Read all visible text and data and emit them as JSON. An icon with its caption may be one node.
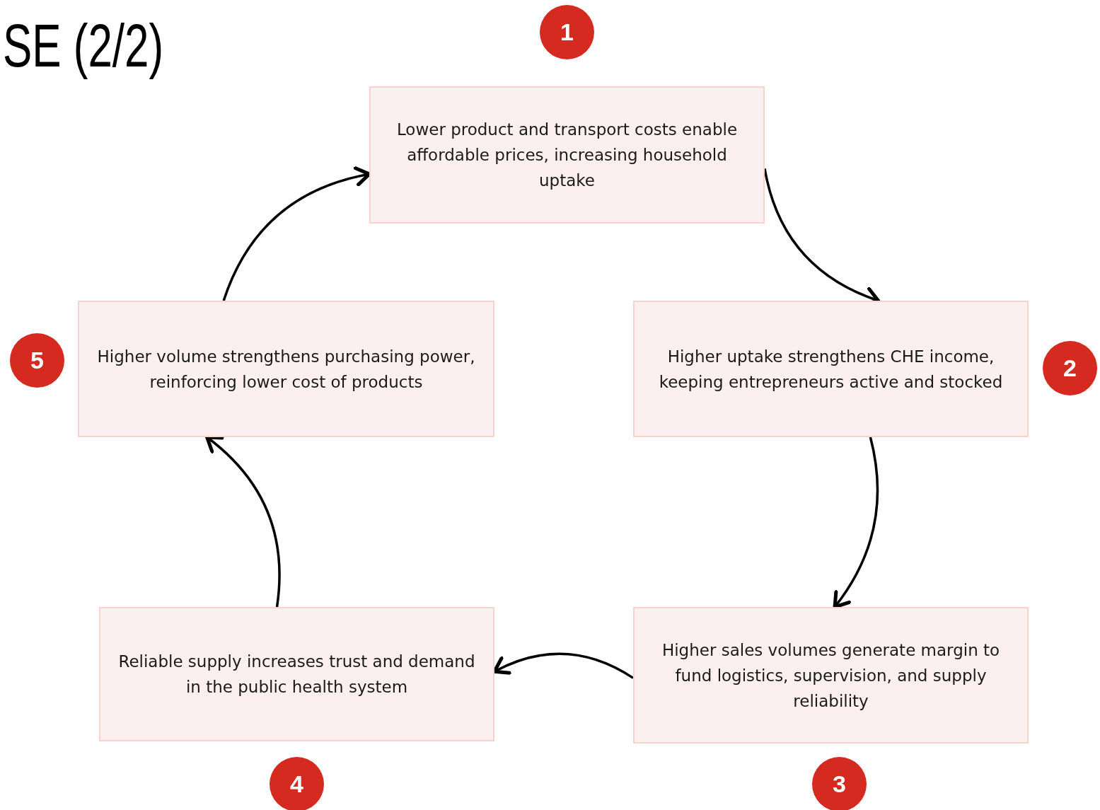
{
  "diagram": {
    "title": "SE (2/2)",
    "nodes": [
      {
        "text": [
          "Lower product and transport costs enable affordable prices, increasing household uptake"
        ]
      },
      {
        "text": [
          "Higher uptake strengthens CHE income, keeping entrepreneurs active and stocked"
        ]
      },
      {
        "text": [
          "Higher sales volumes generate margin to fund logistics, supervision, and supply reliability"
        ]
      },
      {
        "text": [
          "Reliable supply increases trust and demand in the public health system"
        ]
      },
      {
        "text": [
          "Higher volume strengthens purchasing power, reinforcing lower cost of products"
        ]
      },
      {
        "text": [
          "1"
        ]
      },
      {
        "text": [
          "2"
        ]
      },
      {
        "text": [
          "3"
        ]
      },
      {
        "text": [
          "4"
        ]
      },
      {
        "text": [
          "5"
        ]
      }
    ],
    "edges": [
      {
        "from": 0,
        "to": 1,
        "arrow": "to"
      },
      {
        "from": 1,
        "to": 2,
        "arrow": "to"
      },
      {
        "from": 2,
        "to": 3,
        "arrow": "to"
      },
      {
        "from": 3,
        "to": 4,
        "arrow": "to"
      },
      {
        "from": 4,
        "to": 0,
        "arrow": "to"
      }
    ]
  }
}
